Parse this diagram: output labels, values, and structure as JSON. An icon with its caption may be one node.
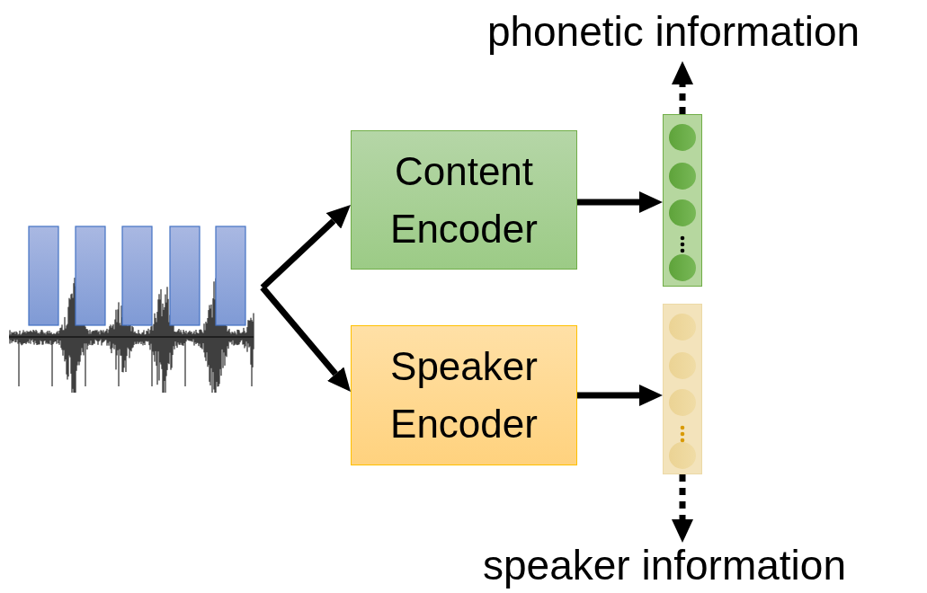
{
  "diagram": {
    "nodes": [
      {
        "text": [],
        "shape": "picture"
      },
      {
        "text": [
          "Content Encoder"
        ]
      },
      {
        "text": [
          "Speaker Encoder"
        ]
      },
      {
        "text": [],
        "shape": "bar"
      },
      {
        "text": [],
        "shape": "bar"
      },
      {
        "text": [
          "phonetic information"
        ]
      },
      {
        "text": [
          "speaker information"
        ]
      }
    ],
    "edges": [
      {
        "from": 0,
        "to": 1,
        "arrow": "to"
      },
      {
        "from": 0,
        "to": 2,
        "arrow": "to"
      },
      {
        "from": 1,
        "to": 3,
        "arrow": "to"
      },
      {
        "from": 2,
        "to": 4,
        "arrow": "to"
      },
      {
        "from": 3,
        "to": 5,
        "arrow": "to",
        "style": "dashed"
      },
      {
        "from": 4,
        "to": 6,
        "arrow": "to",
        "style": "dashed"
      }
    ]
  }
}
